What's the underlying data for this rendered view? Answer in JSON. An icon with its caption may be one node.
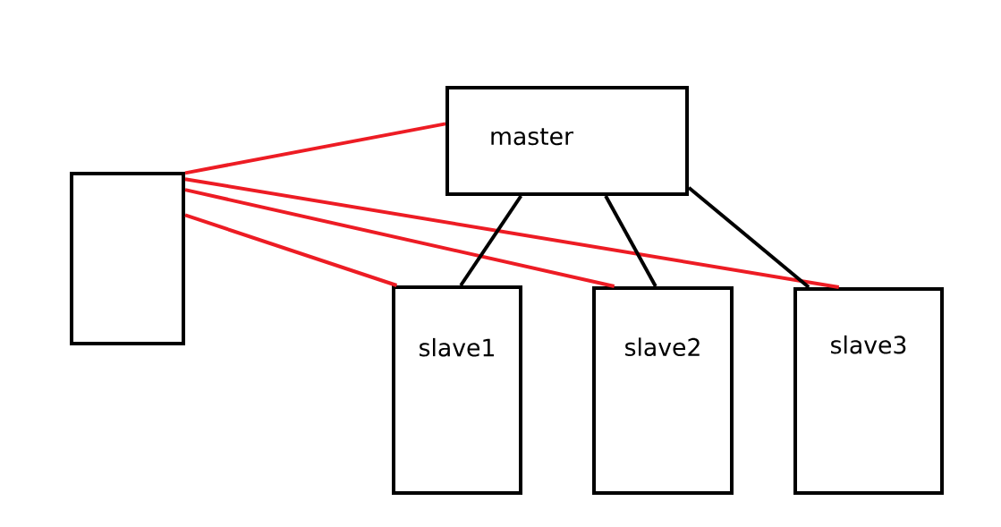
{
  "diagram": {
    "nodes": [
      {
        "text": [],
        "shape": "box"
      },
      {
        "text": [
          "master"
        ]
      },
      {
        "text": [
          "slave1"
        ]
      },
      {
        "text": [
          "slave2"
        ]
      },
      {
        "text": [
          "slave3"
        ]
      }
    ],
    "edges": [
      {
        "from": 0,
        "to": 1,
        "arrow": "none",
        "color": "#ed1c24"
      },
      {
        "from": 0,
        "to": 4,
        "arrow": "none",
        "color": "#ed1c24"
      },
      {
        "from": 0,
        "to": 3,
        "arrow": "none",
        "color": "#ed1c24"
      },
      {
        "from": 0,
        "to": 2,
        "arrow": "none",
        "color": "#ed1c24"
      },
      {
        "from": 1,
        "to": 2,
        "arrow": "none",
        "color": "#000000"
      },
      {
        "from": 1,
        "to": 3,
        "arrow": "none",
        "color": "#000000"
      },
      {
        "from": 1,
        "to": 4,
        "arrow": "none",
        "color": "#000000"
      }
    ]
  }
}
